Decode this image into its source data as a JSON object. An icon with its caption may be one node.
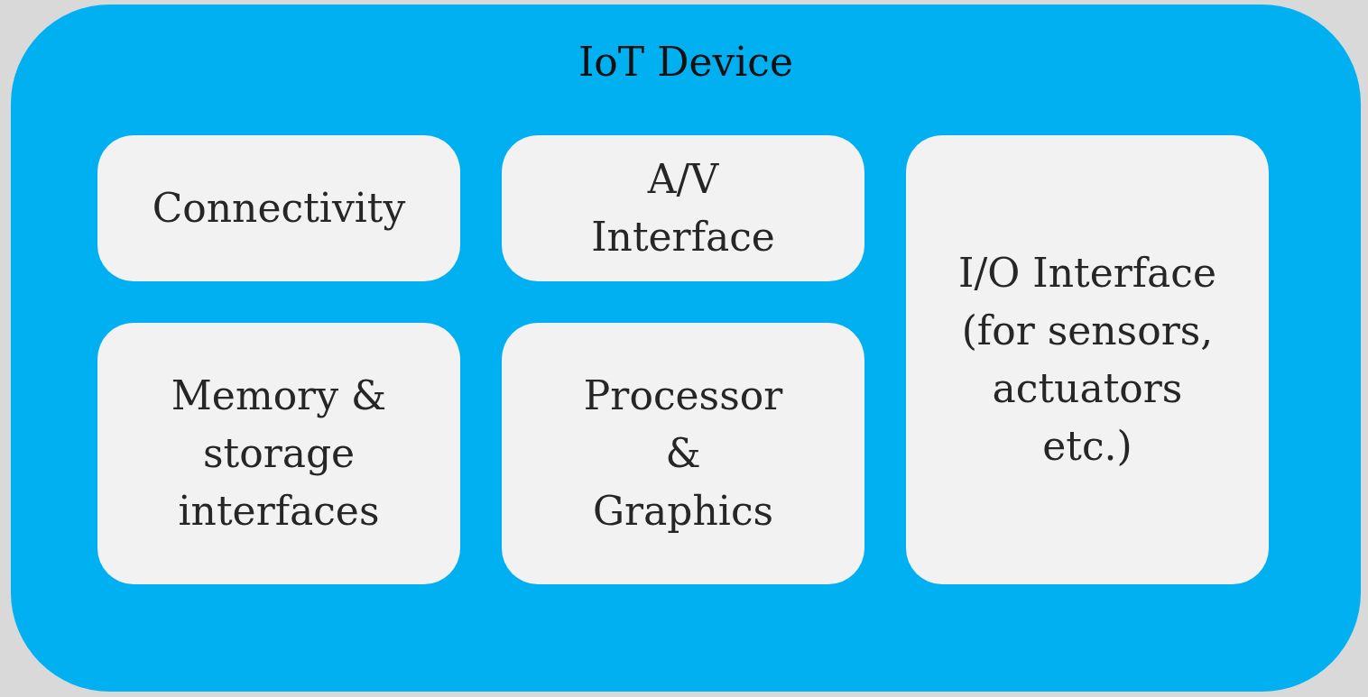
{
  "diagram": {
    "nodes": [
      {
        "text": [
          "IoT Device"
        ]
      },
      {
        "text": [
          "Connectivity"
        ],
        "in": 0
      },
      {
        "text": [
          "A/V Interface"
        ],
        "in": 0
      },
      {
        "text": [
          "I/O Interface (for sensors, actuators etc.)"
        ],
        "in": 0
      },
      {
        "text": [
          "Memory & storage interfaces"
        ],
        "in": 0
      },
      {
        "text": [
          "Processor & Graphics"
        ],
        "in": 0
      }
    ],
    "edges": []
  }
}
